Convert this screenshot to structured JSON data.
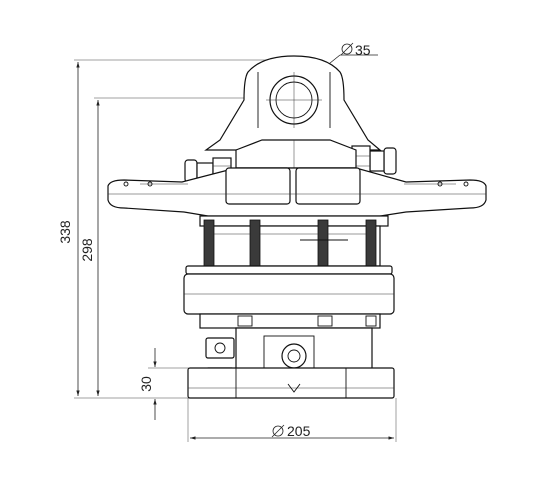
{
  "dimensions": {
    "pin_diameter": "35",
    "base_diameter": "205",
    "overall_height": "338",
    "pin_height": "298",
    "flange_height": "30"
  }
}
